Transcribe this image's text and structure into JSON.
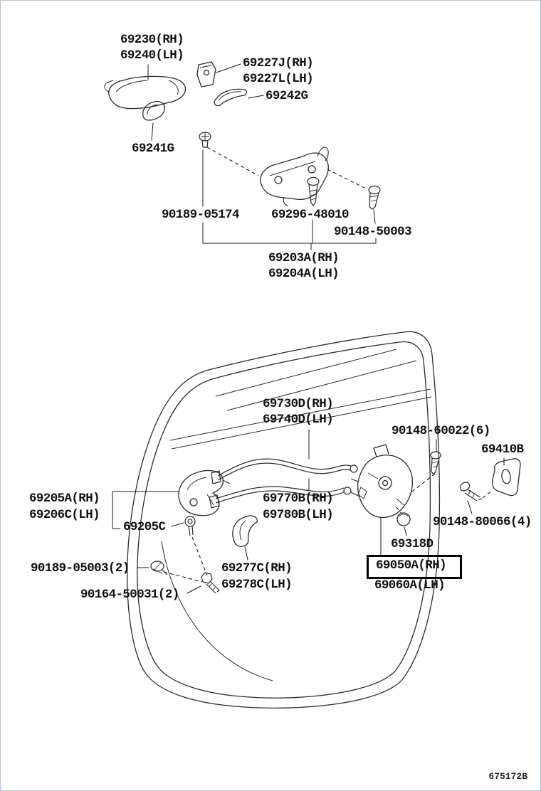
{
  "page": {
    "doc_code": "675172B",
    "background_color": "#ffffff",
    "border_color": "#b6c2d8",
    "ink_color": "#1a1a1a",
    "highlight_color": "#000000",
    "highlighted_part": "69050A(RH)",
    "description": "Rear door lock and handle exploded parts diagram"
  },
  "labels": {
    "p69230": "69230(RH)",
    "p69240": "69240(LH)",
    "p69227j": "69227J(RH)",
    "p69227l": "69227L(LH)",
    "p69242g": "69242G",
    "p69241g": "69241G",
    "p9018905174": "90189-05174",
    "p6929648010": "69296-48010",
    "p9014850003": "90148-50003",
    "p69203a": "69203A(RH)",
    "p69204a": "69204A(LH)",
    "p69730d": "69730D(RH)",
    "p69740d": "69740D(LH)",
    "p9014860022": "90148-60022(6)",
    "p69410b": "69410B",
    "p69205a": "69205A(RH)",
    "p69206c": "69206C(LH)",
    "p69770b": "69770B(RH)",
    "p69780b": "69780B(LH)",
    "p69205c": "69205C",
    "p9014880066": "90148-80066(4)",
    "p69318d": "69318D",
    "p9018905003": "90189-05003(2)",
    "p69277c": "69277C(RH)",
    "p69278c": "69278C(LH)",
    "p69050a": "69050A(RH)",
    "p69060a": "69060A(LH)",
    "p9016450031": "90164-50031(2)"
  }
}
